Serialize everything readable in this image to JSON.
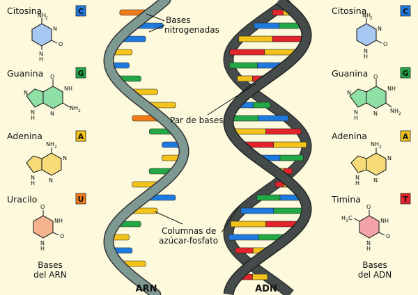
{
  "colors": {
    "background": "#fdf9dd",
    "cytosine": "#1f7ae0",
    "guanine": "#22a845",
    "adenine": "#f3c21b",
    "uracil": "#f07b18",
    "thymine": "#e3242b",
    "rna_backbone": "#7e9892",
    "dna_backbone": "#454b4a"
  },
  "left_legend": {
    "items": [
      {
        "name": "Citosina",
        "letter": "C",
        "color": "#1f7ae0",
        "molecule_fill": "#a6c8f2"
      },
      {
        "name": "Guanina",
        "letter": "G",
        "color": "#22a845",
        "molecule_fill": "#8fe0a4"
      },
      {
        "name": "Adenina",
        "letter": "A",
        "color": "#f3c21b",
        "molecule_fill": "#f7db79"
      },
      {
        "name": "Uracilo",
        "letter": "U",
        "color": "#f07b18",
        "molecule_fill": "#f5b28f"
      }
    ],
    "caption_line1": "Bases",
    "caption_line2": "del ARN"
  },
  "right_legend": {
    "items": [
      {
        "name": "Citosina",
        "letter": "C",
        "color": "#1f7ae0",
        "molecule_fill": "#a6c8f2"
      },
      {
        "name": "Guanina",
        "letter": "G",
        "color": "#22a845",
        "molecule_fill": "#8fe0a4"
      },
      {
        "name": "Adenina",
        "letter": "A",
        "color": "#f3c21b",
        "molecule_fill": "#f7db79"
      },
      {
        "name": "Timina",
        "letter": "T",
        "color": "#e3242b",
        "molecule_fill": "#f4a3a8"
      }
    ],
    "caption_line1": "Bases",
    "caption_line2": "del ADN"
  },
  "labels": {
    "bases_line1": "Bases",
    "bases_line2": "nitrogenadas",
    "base_pair": "Par de bases",
    "backbone_line1": "Columnas de",
    "backbone_line2": "azúcar-fosfato",
    "rna": "ARN",
    "dna": "ADN"
  },
  "chem_labels": {
    "nh2": "NH",
    "nh2_sub": "2",
    "n": "N",
    "nh": "NH",
    "h": "H",
    "o": "O",
    "h3c": "H",
    "h3c_sub": "3",
    "h3c_c": "C"
  }
}
